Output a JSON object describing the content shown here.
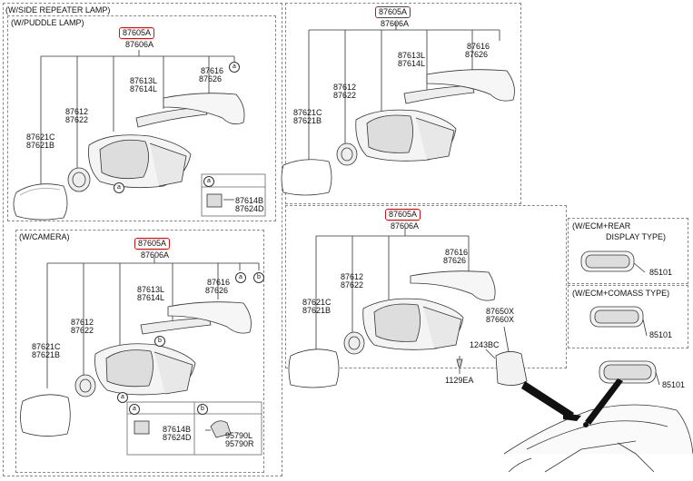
{
  "sections": {
    "side_repeater": {
      "title": "(W/SIDE REPEATER LAMP)"
    },
    "puddle": {
      "title": "(W/PUDDLE LAMP)"
    },
    "camera": {
      "title": "(W/CAMERA)"
    },
    "ecm_rear": {
      "title_line1": "(W/ECM+REAR",
      "title_line2": "DISPLAY TYPE)"
    },
    "ecm_compass": {
      "title": "(W/ECM+COMASS TYPE)"
    }
  },
  "parts": {
    "assy_a": "87605A",
    "assy_b": "87606A",
    "cover_a": "87616",
    "cover_b": "87626",
    "lamp_a": "87613L",
    "lamp_b": "87614L",
    "motor_a": "87612",
    "motor_b": "87622",
    "glass_a": "87621C",
    "glass_b": "87621B",
    "puddle_a": "87614B",
    "puddle_b": "87624D",
    "cam_a": "95790L",
    "cam_b": "95790R",
    "ecm": "85101",
    "cover_x_a": "87650X",
    "cover_x_b": "87660X",
    "screw_bc": "1243BC",
    "screw_ea": "1129EA"
  },
  "callouts": {
    "a": "a",
    "b": "b"
  }
}
